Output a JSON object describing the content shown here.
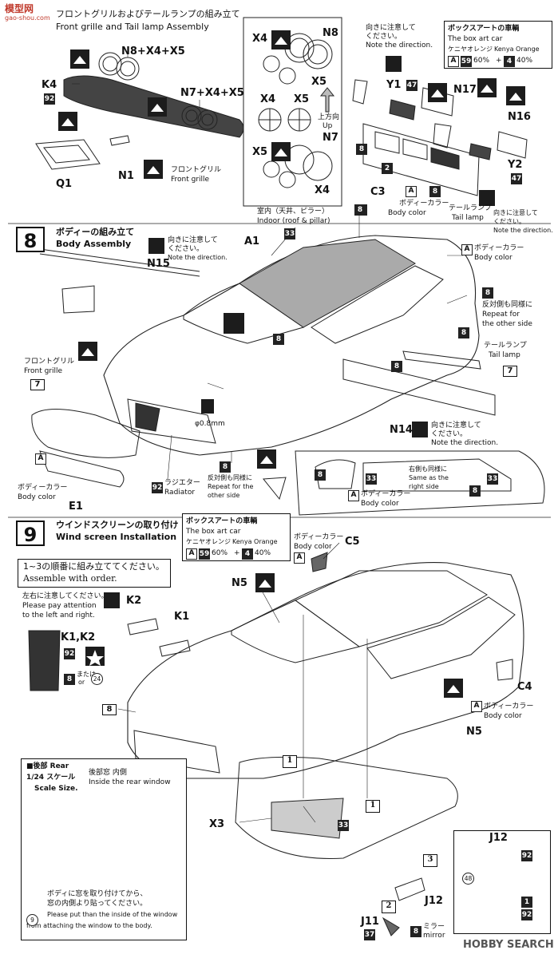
{
  "watermark": {
    "top": "模型网",
    "url": "gao-shou.com",
    "bottom": "HOBBY SEARCH"
  },
  "step7": {
    "title_jp": "フロントグリルおよびテールランプの組み立て",
    "title_en": "Front grille and Tail lamp Assembly",
    "parts": {
      "n8x4x5": "N8+X4+X5",
      "k4": "K4",
      "n7x4x5": "N7+X4+X5",
      "q1": "Q1",
      "n1": "N1",
      "front_grille_jp": "フロントグリル",
      "front_grille_en": "Front grille",
      "color92": "92"
    },
    "inset": {
      "x4": "X4",
      "n8": "N8",
      "x5": "X5",
      "x4b": "X4",
      "x5b": "X5",
      "up_jp": "上方向",
      "up_en": "Up",
      "x5c": "X5",
      "n7": "N7",
      "x4c": "X4"
    },
    "tail": {
      "note_jp": "向きに注意して",
      "note_jp2": "ください。",
      "note_en": "Note the direction.",
      "y1": "Y1",
      "y1c": "47",
      "n17": "N17",
      "n16": "N16",
      "y2": "Y2",
      "y2c": "47",
      "r8a": "8",
      "r2": "2",
      "r8b": "8",
      "c3": "C3",
      "a": "A",
      "body_color_jp": "ボディーカラー",
      "body_color_en": "Body color",
      "tail_jp": "テールランプ",
      "tail_en": "Tail lamp",
      "r8c": "8",
      "note2_jp": "向きに注意して",
      "note2_jp2": "ください。",
      "note2_en": "Note the direction."
    },
    "boxart": {
      "jp": "ボックスアートの車輌",
      "en": "The box art car",
      "color_jp": "ケニヤオレンジ",
      "color_en": "Kenya Orange",
      "a": "A",
      "c1": "59",
      "p1": "60%",
      "plus": "+",
      "c2": "4",
      "p2": "40%"
    }
  },
  "step8": {
    "num": "8",
    "title_jp": "ボディーの組み立て",
    "title_en": "Body Assembly",
    "n15": "N15",
    "note_jp": "向きに注意して",
    "note_jp2": "ください。",
    "note_en": "Note the direction.",
    "a1": "A1",
    "indoor_jp": "室内（天井、ピラー）",
    "indoor_en": "Indoor (roof & pillar)",
    "c33": "33",
    "r8top": "8",
    "a_body": "A",
    "body_jp": "ボディーカラー",
    "body_en": "Body color",
    "r8right": "8",
    "repeat_jp": "反対側も同様に",
    "repeat_en1": "Repeat for",
    "repeat_en2": "the other side",
    "r8mid": "8",
    "r8mid2": "8",
    "tail_jp": "テールランプ",
    "tail_en": "Tail lamp",
    "ref7b": "7",
    "fg_jp": "フロントグリル",
    "fg_en": "Front grille",
    "ref7a": "7",
    "drill": "φ0.8mm",
    "n14": "N14",
    "note2_jp": "向きに注意して",
    "note2_jp2": "ください。",
    "note2_en": "Note the direction.",
    "a_e1": "A",
    "body2_jp": "ボディーカラー",
    "body2_en": "Body color",
    "e1": "E1",
    "c92": "92",
    "radiator_jp": "ラジエター",
    "radiator_en": "Radiator",
    "r8low": "8",
    "repeat2_jp": "反対側も同様に",
    "repeat2_en1": "Repeat for the",
    "repeat2_en2": "other side",
    "win": {
      "r8": "8",
      "c33": "33",
      "a": "A",
      "body_jp": "ボディーカラー",
      "body_en": "Body color",
      "same_jp": "右側も同様に",
      "same_en1": "Same as the",
      "same_en2": "right side",
      "c33b": "33",
      "r8b": "8"
    }
  },
  "step9": {
    "num": "9",
    "title_jp": "ウインドスクリーンの取り付け",
    "title_en": "Wind screen Installation",
    "boxart": {
      "jp": "ボックスアートの車輌",
      "en": "The box art car",
      "color_jp": "ケニヤオレンジ",
      "color_en": "Kenya Orange",
      "a": "A",
      "c1": "59",
      "p1": "60%",
      "plus": "+",
      "c2": "4",
      "p2": "40%"
    },
    "body_jp": "ボディーカラー",
    "body_en": "Body color",
    "a_c5": "A",
    "c5": "C5",
    "order_jp": "1~3の順番に組み立ててください。",
    "order_en": "Assemble with order.",
    "lr_jp": "左右に注意してください。",
    "lr_en1": "Please pay attention",
    "lr_en2": "to the left and right.",
    "k2": "K2",
    "k1": "K1",
    "n5a": "N5",
    "k1k2": "K1,K2",
    "c92": "92",
    "r8": "8",
    "or_jp": "または",
    "or_en": "or",
    "c24": "24",
    "ref8": "8",
    "c4": "C4",
    "a_c4": "A",
    "body2_jp": "ボディーカラー",
    "body2_en": "Body color",
    "n5b": "N5",
    "step1a": "1",
    "step1b": "1",
    "x3": "X3",
    "c33": "33",
    "rear": {
      "title": "■後部 Rear",
      "scale_jp": "1/24 スケール",
      "scale_en": "Scale Size.",
      "inside_jp": "後部窓 内側",
      "inside_en": "Inside the rear window",
      "step_jp": "ボディに窓を取り付けてから、",
      "step_jp2": "窓の内側より貼ってください。",
      "step_en1": "Please put than the inside of the window",
      "step_en2": "from attaching the window to the body.",
      "c9": "9"
    },
    "j": {
      "step3": "3",
      "j12": "J12",
      "step2": "2",
      "j11": "J11",
      "c37": "37",
      "r8": "8",
      "mirror_jp": "ミラー",
      "mirror_en": "mirror"
    },
    "jpanel": {
      "j12": "J12",
      "c92a": "92",
      "c48": "48",
      "r1": "1",
      "c92b": "92"
    }
  }
}
